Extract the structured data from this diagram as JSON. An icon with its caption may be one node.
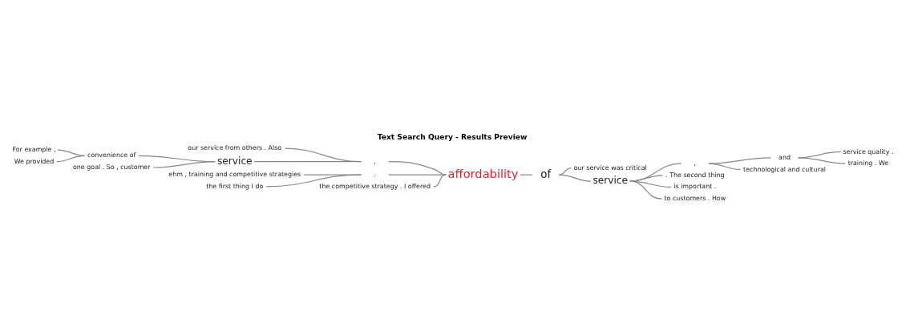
{
  "diagram": {
    "title": "Text Search Query - Results Preview",
    "nodes": [
      {
        "text": [
          "our service from others . Also"
        ]
      },
      {
        "text": [
          "For example ,"
        ]
      },
      {
        "text": [
          "convenience of"
        ]
      },
      {
        "text": [
          "We provided"
        ]
      },
      {
        "text": [
          "service"
        ]
      },
      {
        "text": [
          "one goal . So , customer"
        ]
      },
      {
        "text": [
          ","
        ]
      },
      {
        "text": [
          "ehm , training and competitive strategies"
        ]
      },
      {
        "text": [
          "."
        ]
      },
      {
        "text": [
          "the first thing I do"
        ]
      },
      {
        "text": [
          "the competitive strategy . I offered"
        ]
      },
      {
        "text": [
          "affordability"
        ]
      },
      {
        "text": [
          "of"
        ]
      },
      {
        "text": [
          "our service was critical"
        ]
      },
      {
        "text": [
          "service"
        ]
      },
      {
        "text": [
          ","
        ]
      },
      {
        "text": [
          "and"
        ]
      },
      {
        "text": [
          "service quality ."
        ]
      },
      {
        "text": [
          "training . We"
        ]
      },
      {
        "text": [
          "technological and cultural"
        ]
      },
      {
        "text": [
          ". The second thing"
        ]
      },
      {
        "text": [
          "is important ."
        ]
      },
      {
        "text": [
          "to customers . How"
        ]
      }
    ],
    "edges": [
      {
        "from": 1,
        "to": 2,
        "arrow": "none"
      },
      {
        "from": 3,
        "to": 2,
        "arrow": "none"
      },
      {
        "from": 2,
        "to": 4,
        "arrow": "none"
      },
      {
        "from": 5,
        "to": 4,
        "arrow": "none"
      },
      {
        "from": 0,
        "to": 6,
        "arrow": "none"
      },
      {
        "from": 4,
        "to": 6,
        "arrow": "none"
      },
      {
        "from": 7,
        "to": 8,
        "arrow": "none"
      },
      {
        "from": 9,
        "to": 8,
        "arrow": "none"
      },
      {
        "from": 6,
        "to": 11,
        "arrow": "none"
      },
      {
        "from": 8,
        "to": 11,
        "arrow": "none"
      },
      {
        "from": 10,
        "to": 11,
        "arrow": "none"
      },
      {
        "from": 11,
        "to": 12,
        "arrow": "none"
      },
      {
        "from": 12,
        "to": 13,
        "arrow": "none"
      },
      {
        "from": 12,
        "to": 14,
        "arrow": "none"
      },
      {
        "from": 14,
        "to": 15,
        "arrow": "none"
      },
      {
        "from": 15,
        "to": 16,
        "arrow": "none"
      },
      {
        "from": 16,
        "to": 17,
        "arrow": "none"
      },
      {
        "from": 16,
        "to": 18,
        "arrow": "none"
      },
      {
        "from": 15,
        "to": 19,
        "arrow": "none"
      },
      {
        "from": 14,
        "to": 20,
        "arrow": "none"
      },
      {
        "from": 14,
        "to": 21,
        "arrow": "none"
      },
      {
        "from": 14,
        "to": 22,
        "arrow": "none"
      }
    ]
  }
}
